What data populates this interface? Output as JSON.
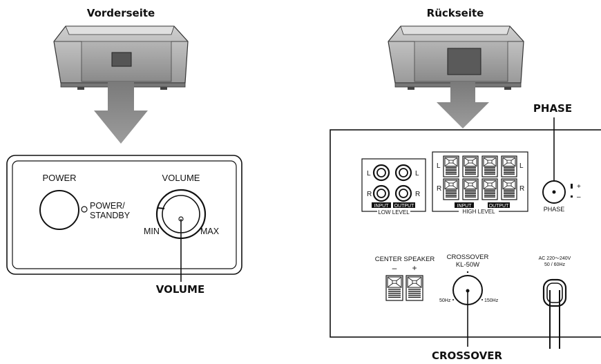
{
  "front": {
    "title": "Vorderseite",
    "power_label": "POWER",
    "standby_label_1": "POWER/",
    "standby_label_2": "STANDBY",
    "volume_label": "VOLUME",
    "min_label": "MIN",
    "max_label": "MAX",
    "callout": "VOLUME"
  },
  "rear": {
    "title": "Rückseite",
    "phase_callout": "PHASE",
    "crossover_callout": "CROSSOVER",
    "low_level": {
      "label": "LOW LEVEL",
      "input_tag": "INPUT",
      "output_tag": "OUTPUT",
      "l": "L",
      "r": "R"
    },
    "high_level": {
      "label": "HIGH LEVEL",
      "input_tag": "INPUT",
      "output_tag": "OUTPUT",
      "l": "L",
      "r": "R"
    },
    "phase": {
      "label": "PHASE",
      "plus": "+",
      "minus": "–"
    },
    "center_speaker": {
      "label": "CENTER SPEAKER",
      "minus": "–",
      "plus": "+"
    },
    "crossover": {
      "label_1": "CROSSOVER",
      "label_2": "KL-50W",
      "low": "50Hz",
      "high": "150Hz"
    },
    "ac": {
      "line_1": "AC 220～240V",
      "line_2": "50 / 60Hz"
    }
  }
}
